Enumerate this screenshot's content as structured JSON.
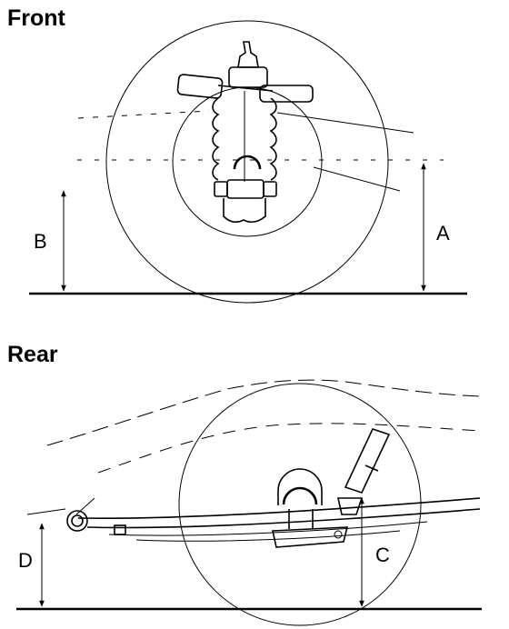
{
  "front": {
    "title": "Front",
    "label_a": "A",
    "label_b": "B"
  },
  "rear": {
    "title": "Rear",
    "label_c": "C",
    "label_d": "D"
  }
}
